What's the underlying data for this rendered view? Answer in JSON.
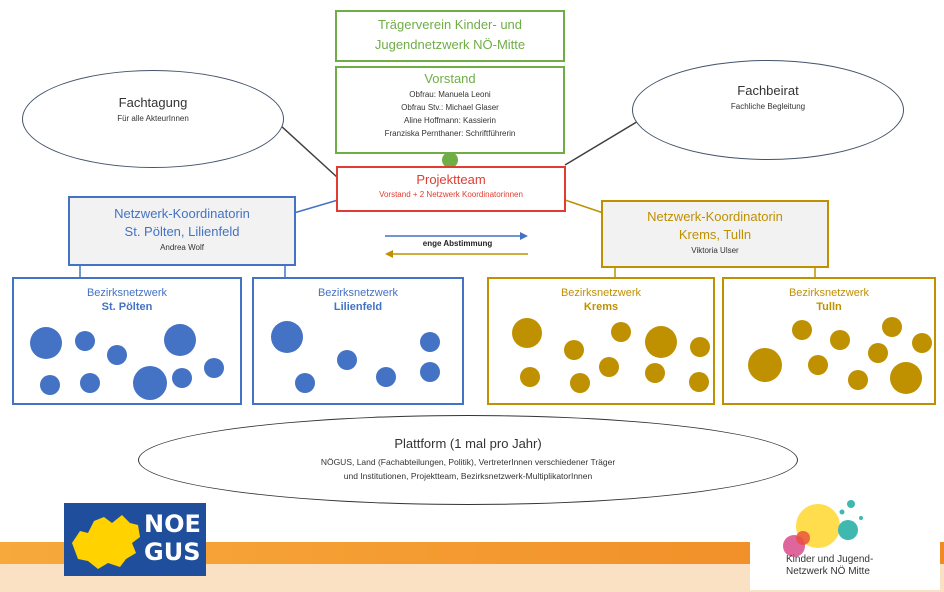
{
  "traeger": {
    "line1": "Trägerverein  Kinder- und",
    "line2": "Jugendnetzwerk NÖ-Mitte"
  },
  "vorstand": {
    "title": "Vorstand",
    "members": [
      "Obfrau: Manuela Leoni",
      "Obfrau Stv.: Michael Glaser",
      "Aline  Hoffmann: Kassierin",
      "Franziska Pernthaner: Schriftführerin"
    ]
  },
  "fachtagung": {
    "title": "Fachtagung",
    "subtitle": "Für alle AkteurInnen"
  },
  "fachbeirat": {
    "title": "Fachbeirat",
    "subtitle": "Fachliche Begleitung"
  },
  "projektteam": {
    "title": "Projektteam",
    "subtitle": "Vorstand  + 2 Netzwerk Koordinatorinnen"
  },
  "coord_left": {
    "line1": "Netzwerk-Koordinatorin",
    "line2": "St. Pölten, Lilienfeld",
    "name": "Andrea Wolf"
  },
  "coord_right": {
    "line1": "Netzwerk-Koordinatorin",
    "line2": "Krems, Tulln",
    "name": "Viktoria Ulser"
  },
  "abstimmung": "enge Abstimmung",
  "bezirke": [
    {
      "label": "Bezirksnetzwerk",
      "name": "St. Pölten"
    },
    {
      "label": "Bezirksnetzwerk",
      "name": "Lilienfeld"
    },
    {
      "label": "Bezirksnetzwerk",
      "name": "Krems"
    },
    {
      "label": "Bezirksnetzwerk",
      "name": "Tulln"
    }
  ],
  "plattform": {
    "title": "Plattform (1 mal pro Jahr)",
    "line1": "NÖGUS, Land (Fachabteilungen, Politik), VertreterInnen verschiedener Träger",
    "line2": "und Institutionen, Projektteam, Bezirksnetzwerk-MultiplikatorInnen"
  },
  "logo_noegus": {
    "line1": "NOE",
    "line2": "GUS"
  },
  "logo_kjn": {
    "line1": "Kinder und Jugend-",
    "line2": "Netzwerk NÖ Mitte"
  },
  "colors": {
    "green": "#70ad47",
    "red": "#e03c31",
    "blue": "#4472c4",
    "gold": "#bf9000",
    "orange": "#f4a33a"
  }
}
